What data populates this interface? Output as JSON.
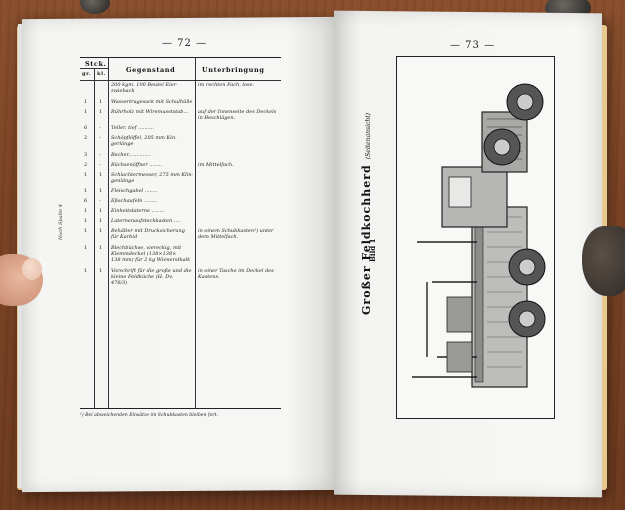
{
  "left_page": {
    "page_number": "— 72 —",
    "headers": {
      "count_group": "Stck.",
      "gr": "gr.",
      "kl": "kl.",
      "item": "Gegenstand",
      "storage": "Unterbringung"
    },
    "rows": [
      {
        "gr": "",
        "kl": "",
        "item": "200 kgm. 100 Beutel Eier-\nzwieback",
        "storage": "im rechten Fach, lose."
      },
      {
        "gr": "1",
        "kl": "1",
        "item": "Wassertragesack mit Schulhülle",
        "storage": ""
      },
      {
        "gr": "1",
        "kl": "1",
        "item": "Rührholz mit Wiremusststab...",
        "storage": "auf der Innenseite des Deckels\nin Beschlägen."
      },
      {
        "gr": "6",
        "kl": "-",
        "item": "Teller, tief ..........",
        "storage": ""
      },
      {
        "gr": "2",
        "kl": "-",
        "item": "Schöpflöffel, 205 mm Kin-\ngerlänge",
        "storage": ""
      },
      {
        "gr": "3",
        "kl": "-",
        "item": "Becher..............",
        "storage": ""
      },
      {
        "gr": "2",
        "kl": "-",
        "item": "Büchsenöffner ........",
        "storage": "im Mittelfach."
      },
      {
        "gr": "1",
        "kl": "1",
        "item": "Schlachtermesser, 275 mm Klin-\ngenlänge",
        "storage": ""
      },
      {
        "gr": "1",
        "kl": "1",
        "item": "Fleischgabel ........",
        "storage": ""
      },
      {
        "gr": "6",
        "kl": "-",
        "item": "Eßschaufeln ........",
        "storage": ""
      },
      {
        "gr": "1",
        "kl": "1",
        "item": "Einheitslaterne ........",
        "storage": ""
      },
      {
        "gr": "1",
        "kl": "1",
        "item": "Laternenaufsteckkasten ....",
        "storage": ""
      },
      {
        "gr": "1",
        "kl": "1",
        "item": "Behälter mit Drucksicherung\nfür Karbid",
        "storage": "in einem Schubkasten¹) unter\ndem Mittelfach."
      },
      {
        "gr": "1",
        "kl": "1",
        "item": "Blechbüchse, viereckig, mit\nKlemmdeckel (138×138×\n138 mm) für 2 kg Wienerstkalk",
        "storage": ""
      },
      {
        "gr": "1",
        "kl": "1",
        "item": "Vorschrift für die große und die\nkleine Feldküche (H. Dv.\n476/3)",
        "storage": "in einer Tasche im Deckel des\nKastens."
      }
    ],
    "side_label": "Noch Spalte 4",
    "footnote": "¹) Bei abweichenden Einsätze im Schubkasten bleiben fort."
  },
  "right_page": {
    "page_number": "— 73 —",
    "caption_label": "Bild 1",
    "caption_title": "Großer Feldkochherd",
    "caption_note": "(Seitenansicht)"
  }
}
